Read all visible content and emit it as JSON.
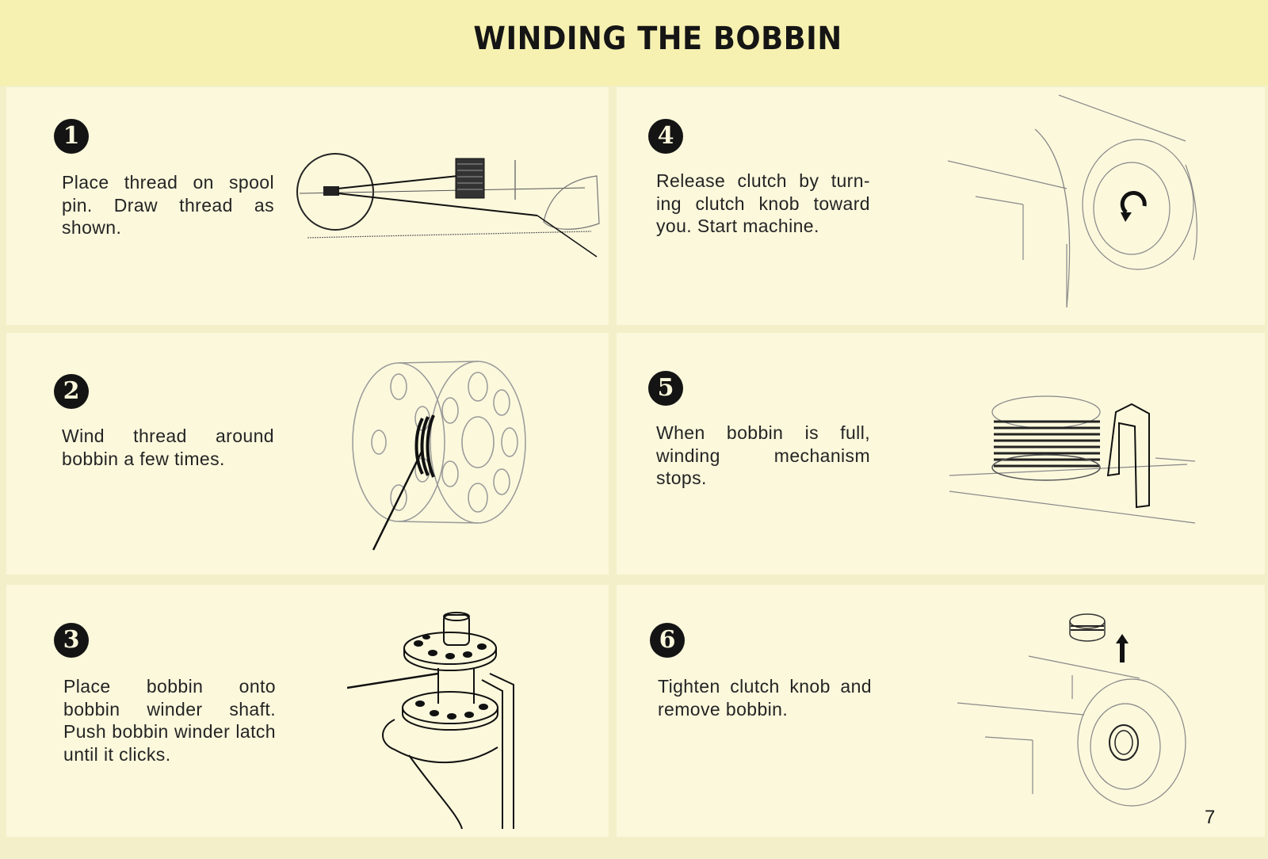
{
  "title": "WINDING THE BOBBIN",
  "page_number": "7",
  "steps": [
    {
      "number": "1",
      "text": "Place thread on spool pin. Draw thread as shown."
    },
    {
      "number": "2",
      "text": "Wind thread around bobbin a few times."
    },
    {
      "number": "3",
      "text": "Place bobbin onto bobbin winder shaft. Push bobbin winder latch until it clicks."
    },
    {
      "number": "4",
      "text": "Release clutch by turn-ing clutch knob toward you. Start machine."
    },
    {
      "number": "5",
      "text": "When bobbin is full, winding mechanism stops."
    },
    {
      "number": "6",
      "text": "Tighten clutch knob and remove bobbin."
    }
  ],
  "colors": {
    "header": "#f6f1b0",
    "panel": "#fbf8dc",
    "ink": "#1e1e1e"
  }
}
